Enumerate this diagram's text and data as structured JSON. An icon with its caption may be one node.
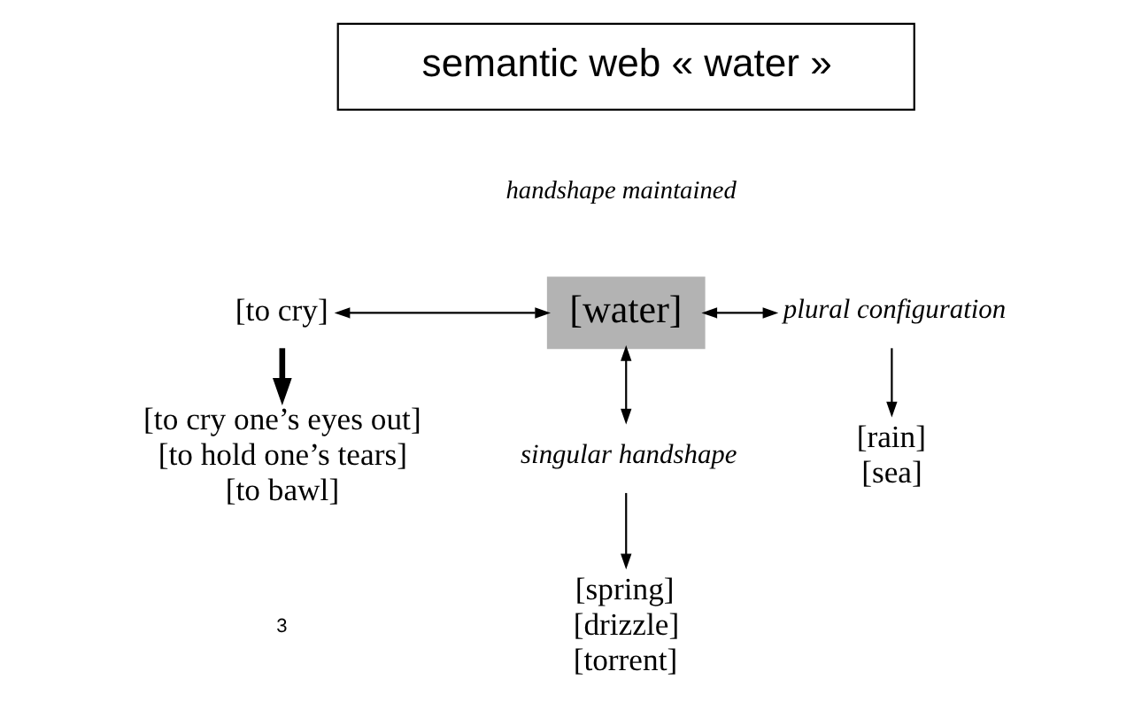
{
  "diagram": {
    "nodes": [
      {
        "text": [
          "semantic web « water »"
        ]
      },
      {
        "text": [
          "[water]"
        ]
      },
      {
        "text": [
          "[to cry]"
        ]
      },
      {
        "text": [
          "plural configuration"
        ]
      },
      {
        "text": [
          "singular handshape"
        ]
      },
      {
        "text": [
          "[to cry one’s eyes out]",
          "[to hold one’s tears]",
          "[to bawl]"
        ]
      },
      {
        "text": [
          "[rain]",
          "[sea]"
        ]
      },
      {
        "text": [
          "[spring]",
          "[drizzle]",
          "[torrent]"
        ]
      }
    ],
    "edges": [
      {
        "from": 2,
        "to": 1,
        "arrow": "both"
      },
      {
        "from": 1,
        "to": 3,
        "arrow": "both"
      },
      {
        "from": 1,
        "to": 4,
        "arrow": "both"
      },
      {
        "from": 2,
        "to": 5,
        "arrow": "to",
        "style": "thick"
      },
      {
        "from": 3,
        "to": 6,
        "arrow": "to"
      },
      {
        "from": 4,
        "to": 7,
        "arrow": "to"
      }
    ],
    "labels": [
      "handshape maintained",
      "3"
    ]
  }
}
